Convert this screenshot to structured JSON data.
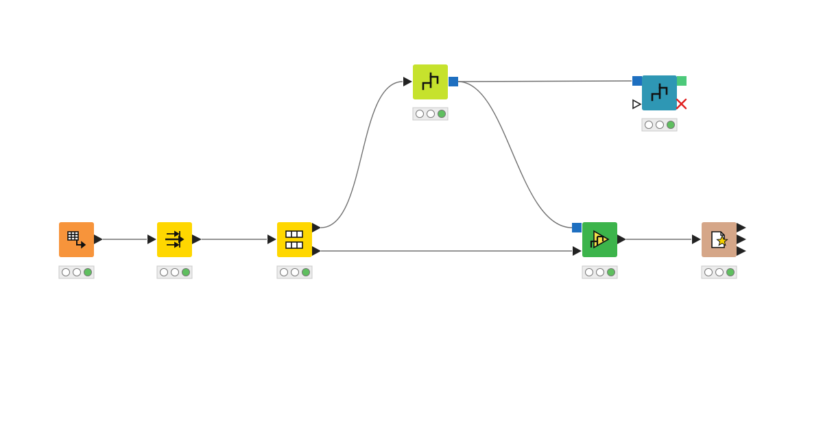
{
  "workflow": {
    "nodes": [
      {
        "id": "table-creator",
        "icon": "table-to-arrow-icon",
        "color": "#F7943B",
        "status": [
          "idle",
          "idle",
          "executed"
        ]
      },
      {
        "id": "column-filter",
        "icon": "filter-arrows-icon",
        "color": "#FFD700",
        "status": [
          "idle",
          "idle",
          "executed"
        ]
      },
      {
        "id": "partitioning",
        "icon": "partition-grid-icon",
        "color": "#FFD700",
        "status": [
          "idle",
          "idle",
          "executed"
        ]
      },
      {
        "id": "learner",
        "icon": "tree-learner-icon",
        "color": "#C6E22D",
        "status": [
          "idle",
          "idle",
          "executed"
        ]
      },
      {
        "id": "model-writer",
        "icon": "tree-model-icon",
        "color": "#2E97B4",
        "status": [
          "idle",
          "idle",
          "executed"
        ]
      },
      {
        "id": "predictor",
        "icon": "predictor-icon",
        "color": "#3CB44B",
        "status": [
          "idle",
          "idle",
          "executed"
        ]
      },
      {
        "id": "scorer",
        "icon": "document-star-icon",
        "color": "#D5A688",
        "status": [
          "idle",
          "idle",
          "executed"
        ]
      }
    ],
    "colors": {
      "connection": "#707070",
      "data_port": "#222222",
      "model_port": "#1E6FC0",
      "flow_port": "#4CC97A",
      "status_ok": "#5FBF5F",
      "status_idle": "#ffffff",
      "error_mark": "#E02020"
    }
  }
}
